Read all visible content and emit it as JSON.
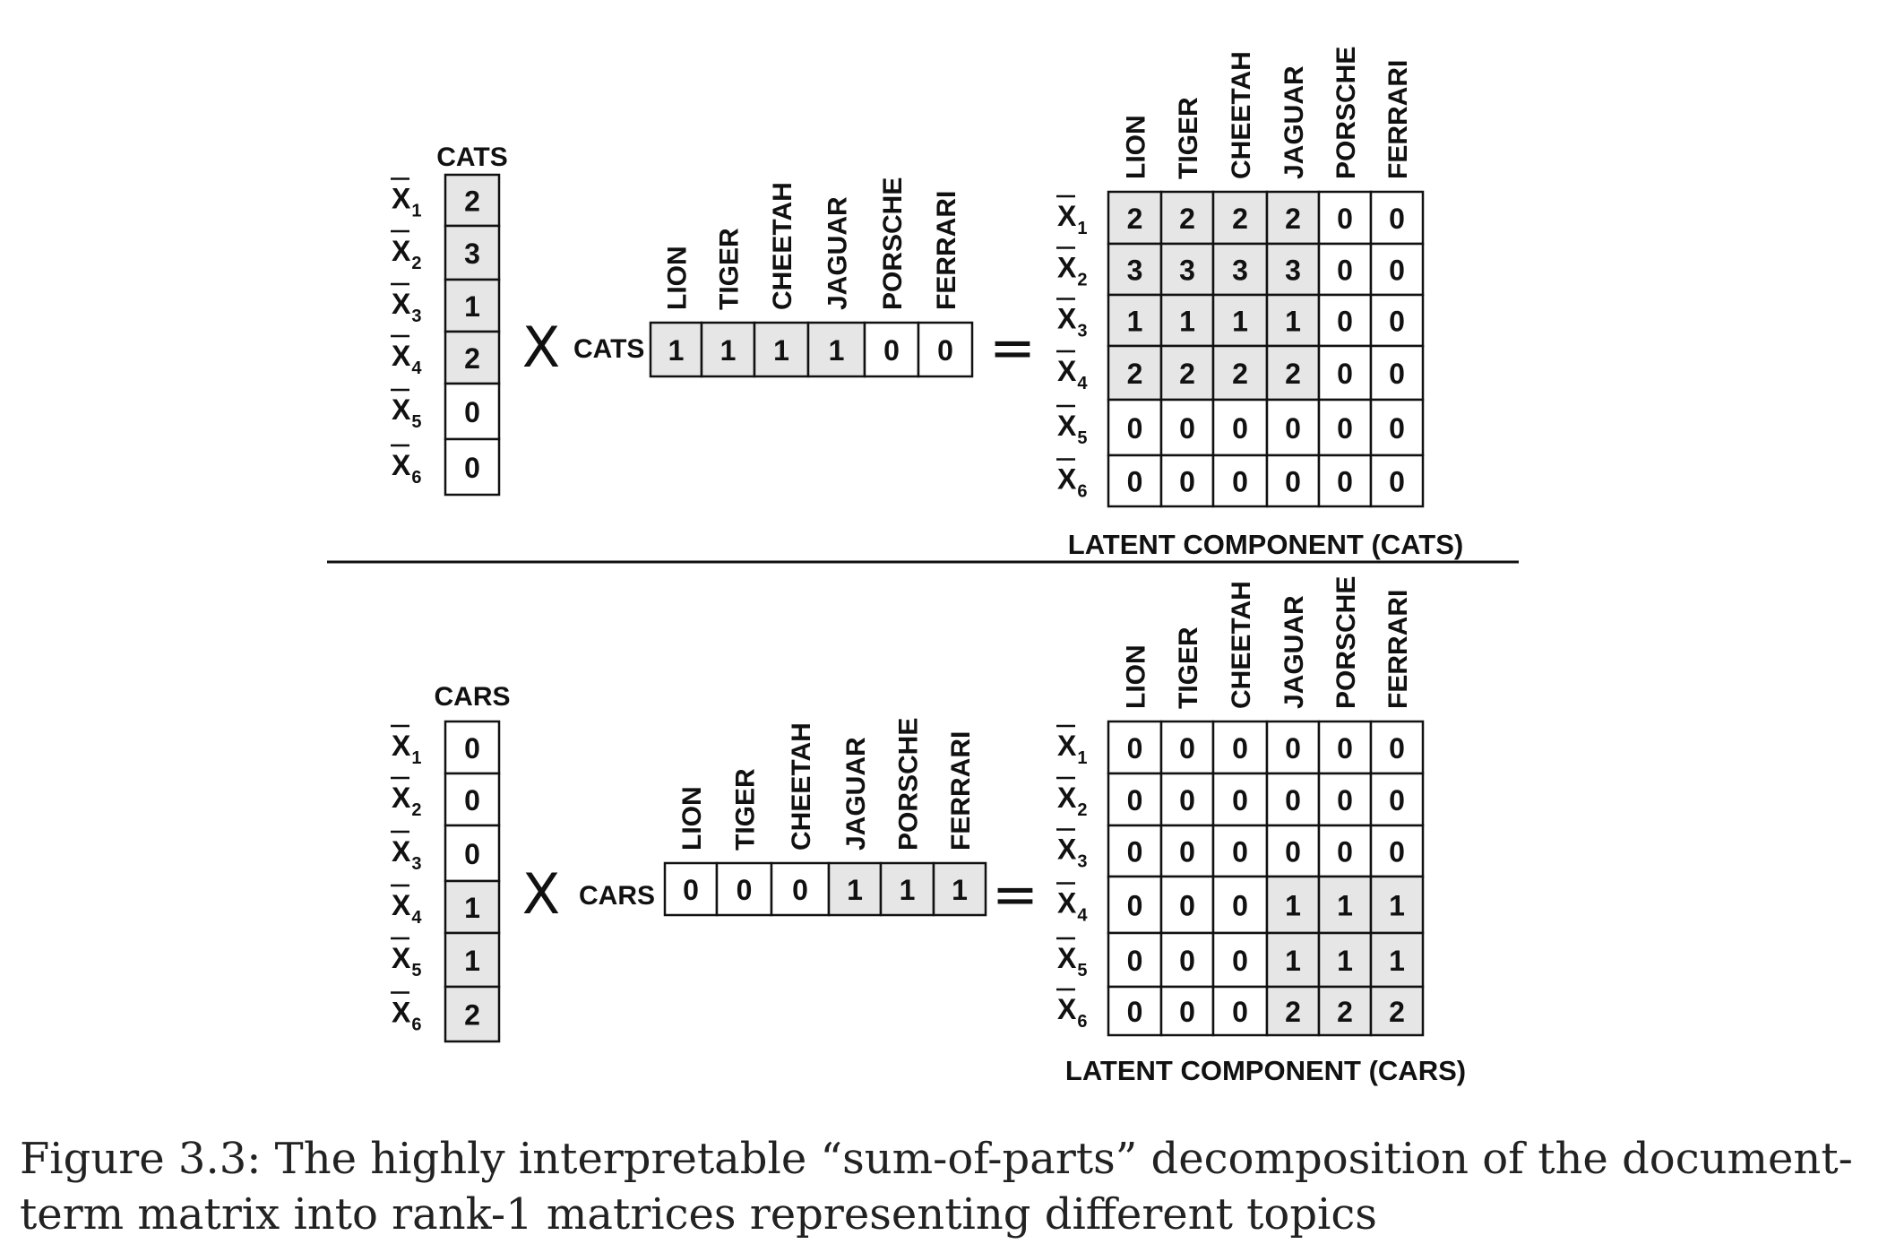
{
  "colors": {
    "shaded": "#e6e6e6",
    "plain": "#ffffff",
    "line": "#111111"
  },
  "separator": {
    "visible": true
  },
  "panels": [
    {
      "id": "cats",
      "column_title": "CATS",
      "row_factor_label": "CATS",
      "row_labels": [
        "X1",
        "X2",
        "X3",
        "X4",
        "X5",
        "X6"
      ],
      "column_vector": [
        2,
        3,
        1,
        2,
        0,
        0
      ],
      "column_shaded": [
        true,
        true,
        true,
        true,
        false,
        false
      ],
      "terms": [
        "LION",
        "TIGER",
        "CHEETAH",
        "JAGUAR",
        "PORSCHE",
        "FERRARI"
      ],
      "row_vector": [
        1,
        1,
        1,
        1,
        0,
        0
      ],
      "row_shaded": [
        true,
        true,
        true,
        true,
        false,
        false
      ],
      "times_symbol": "X",
      "equals_symbol": "=",
      "result_matrix": [
        [
          2,
          2,
          2,
          2,
          0,
          0
        ],
        [
          3,
          3,
          3,
          3,
          0,
          0
        ],
        [
          1,
          1,
          1,
          1,
          0,
          0
        ],
        [
          2,
          2,
          2,
          2,
          0,
          0
        ],
        [
          0,
          0,
          0,
          0,
          0,
          0
        ],
        [
          0,
          0,
          0,
          0,
          0,
          0
        ]
      ],
      "result_label": "LATENT COMPONENT (CATS)"
    },
    {
      "id": "cars",
      "column_title": "CARS",
      "row_factor_label": "CARS",
      "row_labels": [
        "X1",
        "X2",
        "X3",
        "X4",
        "X5",
        "X6"
      ],
      "column_vector": [
        0,
        0,
        0,
        1,
        1,
        2
      ],
      "column_shaded": [
        false,
        false,
        false,
        true,
        true,
        true
      ],
      "terms": [
        "LION",
        "TIGER",
        "CHEETAH",
        "JAGUAR",
        "PORSCHE",
        "FERRARI"
      ],
      "row_vector": [
        0,
        0,
        0,
        1,
        1,
        1
      ],
      "row_shaded": [
        false,
        false,
        false,
        true,
        true,
        true
      ],
      "times_symbol": "X",
      "equals_symbol": "=",
      "result_matrix": [
        [
          0,
          0,
          0,
          0,
          0,
          0
        ],
        [
          0,
          0,
          0,
          0,
          0,
          0
        ],
        [
          0,
          0,
          0,
          0,
          0,
          0
        ],
        [
          0,
          0,
          0,
          1,
          1,
          1
        ],
        [
          0,
          0,
          0,
          1,
          1,
          1
        ],
        [
          0,
          0,
          0,
          2,
          2,
          2
        ]
      ],
      "result_label": "LATENT COMPONENT (CARS)"
    }
  ],
  "caption": "Figure 3.3: The highly interpretable “sum-of-parts” decomposition of the document-term matrix into rank-1 matrices representing different topics"
}
